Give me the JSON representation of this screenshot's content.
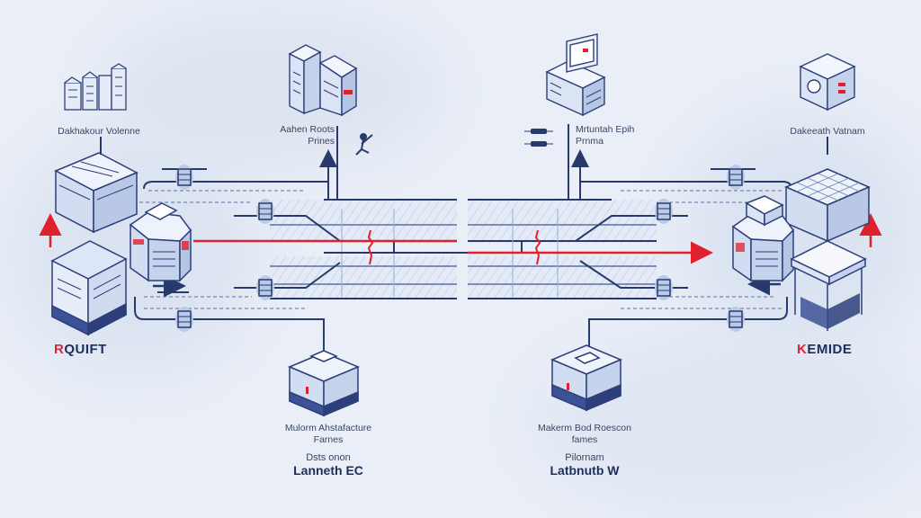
{
  "title": "Network infrastructure diagram",
  "colors": {
    "background": "#e9eef7",
    "line": "#283a6b",
    "accent_red": "#e0202c",
    "building_light": "#dfe7f5",
    "building_mid": "#b9c8e6",
    "building_dark": "#3c5296",
    "hatch": "#c9d5ee"
  },
  "nodes": {
    "top_left": {
      "label": "Dakhakour Volenne",
      "icon": "city-buildings-icon"
    },
    "top_center_left": {
      "label_line1": "Aahen Roots",
      "label_line2": "Prines",
      "icon": "office-building-icon"
    },
    "top_center_right": {
      "label_line1": "Mrtuntah Epih",
      "label_line2": "Prnma",
      "icon": "monitor-building-icon"
    },
    "top_right": {
      "label": "Dakeeath Vatnam",
      "icon": "cube-building-icon"
    },
    "bottom_center_left": {
      "label_line1": "Mulorm Ahstafacture",
      "label_line2": "Farnes",
      "sub_label": "Dsts onon",
      "title": "Lanneth EC",
      "icon": "data-center-icon"
    },
    "bottom_center_right": {
      "label_line1": "Makerm Bod Roescon",
      "label_line2": "fames",
      "sub_label": "Pilornam",
      "title": "Latbnutb W",
      "icon": "data-center-icon"
    }
  },
  "brands": {
    "left": {
      "initial": "R",
      "rest": "QUIFT"
    },
    "right": {
      "initial": "K",
      "rest": "EMIDE"
    }
  }
}
